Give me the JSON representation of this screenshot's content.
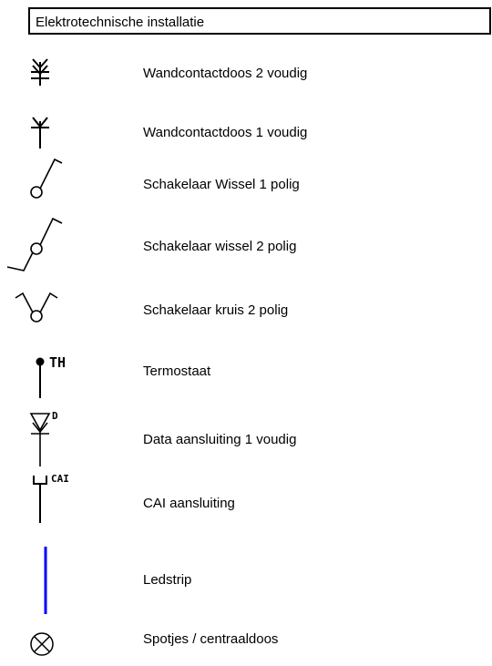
{
  "header": {
    "title": "Elektrotechnische installatie"
  },
  "legend": [
    {
      "symbol": "wall-socket-double-icon",
      "label": "Wandcontactdoos 2 voudig"
    },
    {
      "symbol": "wall-socket-single-icon",
      "label": "Wandcontactdoos 1 voudig"
    },
    {
      "symbol": "switch-single-pole-icon",
      "label": "Schakelaar Wissel 1 polig"
    },
    {
      "symbol": "switch-two-pole-icon",
      "label": "Schakelaar wissel  2 polig"
    },
    {
      "symbol": "switch-cross-icon",
      "label": "Schakelaar kruis 2 polig"
    },
    {
      "symbol": "thermostat-icon",
      "label": "Termostaat",
      "tag": "TH"
    },
    {
      "symbol": "data-outlet-icon",
      "label": "Data aansluiting 1 voudig",
      "tag": "D"
    },
    {
      "symbol": "cai-outlet-icon",
      "label": "CAI aansluiting",
      "tag": "CAI"
    },
    {
      "symbol": "ledstrip-icon",
      "label": "Ledstrip"
    },
    {
      "symbol": "spotlight-icon",
      "label": "Spotjes / centraaldoos"
    }
  ],
  "colors": {
    "ledstrip": "#0000ff",
    "lines": "#000000"
  }
}
